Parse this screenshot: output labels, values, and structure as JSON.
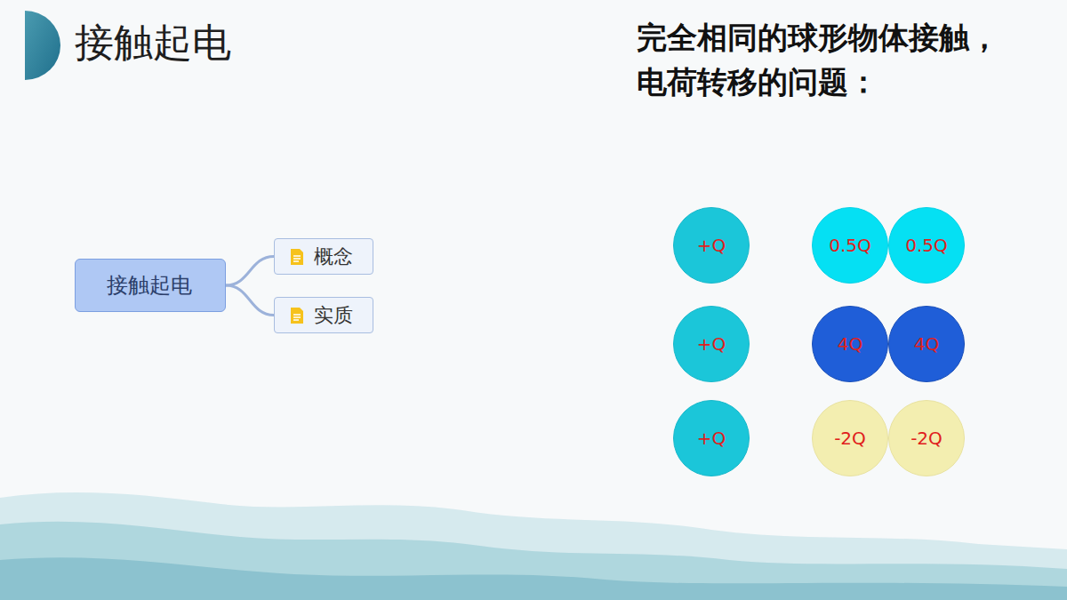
{
  "diagram": {
    "title": "接触起电",
    "nodes": [
      {
        "text": [
          "接触起电"
        ]
      },
      {
        "text": [
          "概念"
        ]
      },
      {
        "text": [
          "实质"
        ]
      },
      {
        "text": [
          "+Q"
        ]
      },
      {
        "text": [
          "0.5Q"
        ]
      },
      {
        "text": [
          "0.5Q"
        ]
      },
      {
        "text": [
          "+Q"
        ]
      },
      {
        "text": [
          "4Q"
        ]
      },
      {
        "text": [
          "4Q"
        ]
      },
      {
        "text": [
          "+Q"
        ]
      },
      {
        "text": [
          "-2Q"
        ]
      },
      {
        "text": [
          "-2Q"
        ]
      }
    ],
    "edges": [
      {
        "from": 0,
        "to": 1,
        "arrow": "none"
      },
      {
        "from": 0,
        "to": 2,
        "arrow": "none"
      }
    ],
    "labels": [
      "完全相同的球形物体接触， 电荷转移的问题："
    ]
  }
}
